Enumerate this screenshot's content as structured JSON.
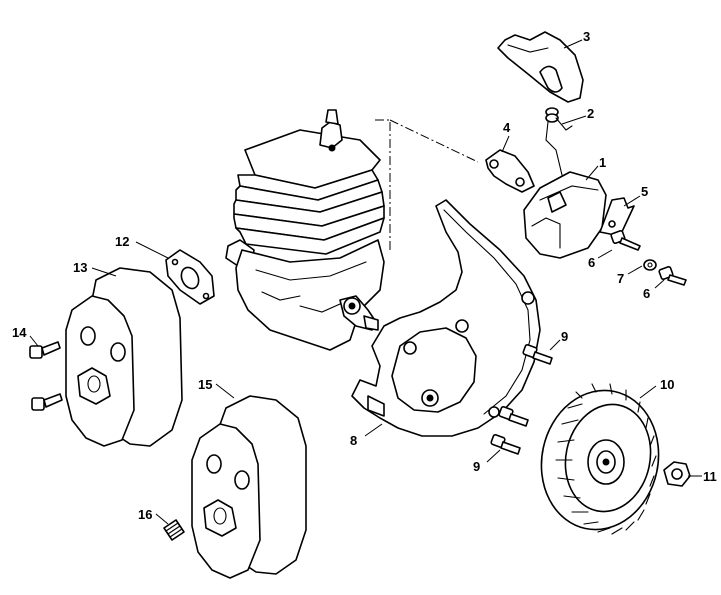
{
  "diagram": {
    "callouts": [
      {
        "id": "c1",
        "label": "1"
      },
      {
        "id": "c2",
        "label": "2"
      },
      {
        "id": "c3",
        "label": "3"
      },
      {
        "id": "c4",
        "label": "4"
      },
      {
        "id": "c5",
        "label": "5"
      },
      {
        "id": "c6a",
        "label": "6"
      },
      {
        "id": "c6b",
        "label": "6"
      },
      {
        "id": "c7",
        "label": "7"
      },
      {
        "id": "c8",
        "label": "8"
      },
      {
        "id": "c9a",
        "label": "9"
      },
      {
        "id": "c9b",
        "label": "9"
      },
      {
        "id": "c10",
        "label": "10"
      },
      {
        "id": "c11",
        "label": "11"
      },
      {
        "id": "c12",
        "label": "12"
      },
      {
        "id": "c13",
        "label": "13"
      },
      {
        "id": "c14",
        "label": "14"
      },
      {
        "id": "c15",
        "label": "15"
      },
      {
        "id": "c16",
        "label": "16"
      }
    ]
  }
}
